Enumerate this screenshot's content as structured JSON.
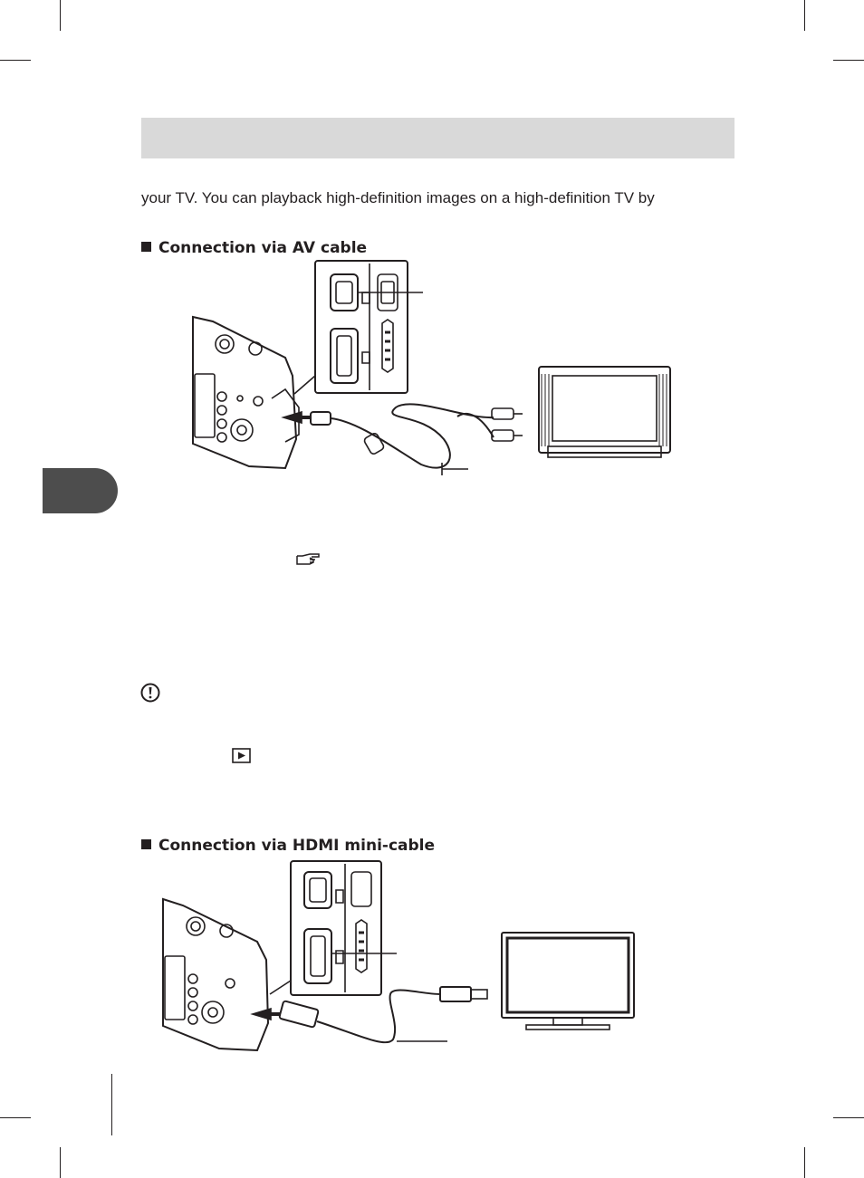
{
  "page": {
    "intro_text": "your TV. You can playback high-definition images on a high-definition TV by"
  },
  "sections": {
    "av": {
      "heading": "Connection via AV cable"
    },
    "hdmi": {
      "heading": "Connection via HDMI mini-cable"
    }
  },
  "icons": {
    "reference": "reference-hand-icon",
    "caution": "caution-exclamation-icon",
    "playback": "playback-button-icon"
  }
}
